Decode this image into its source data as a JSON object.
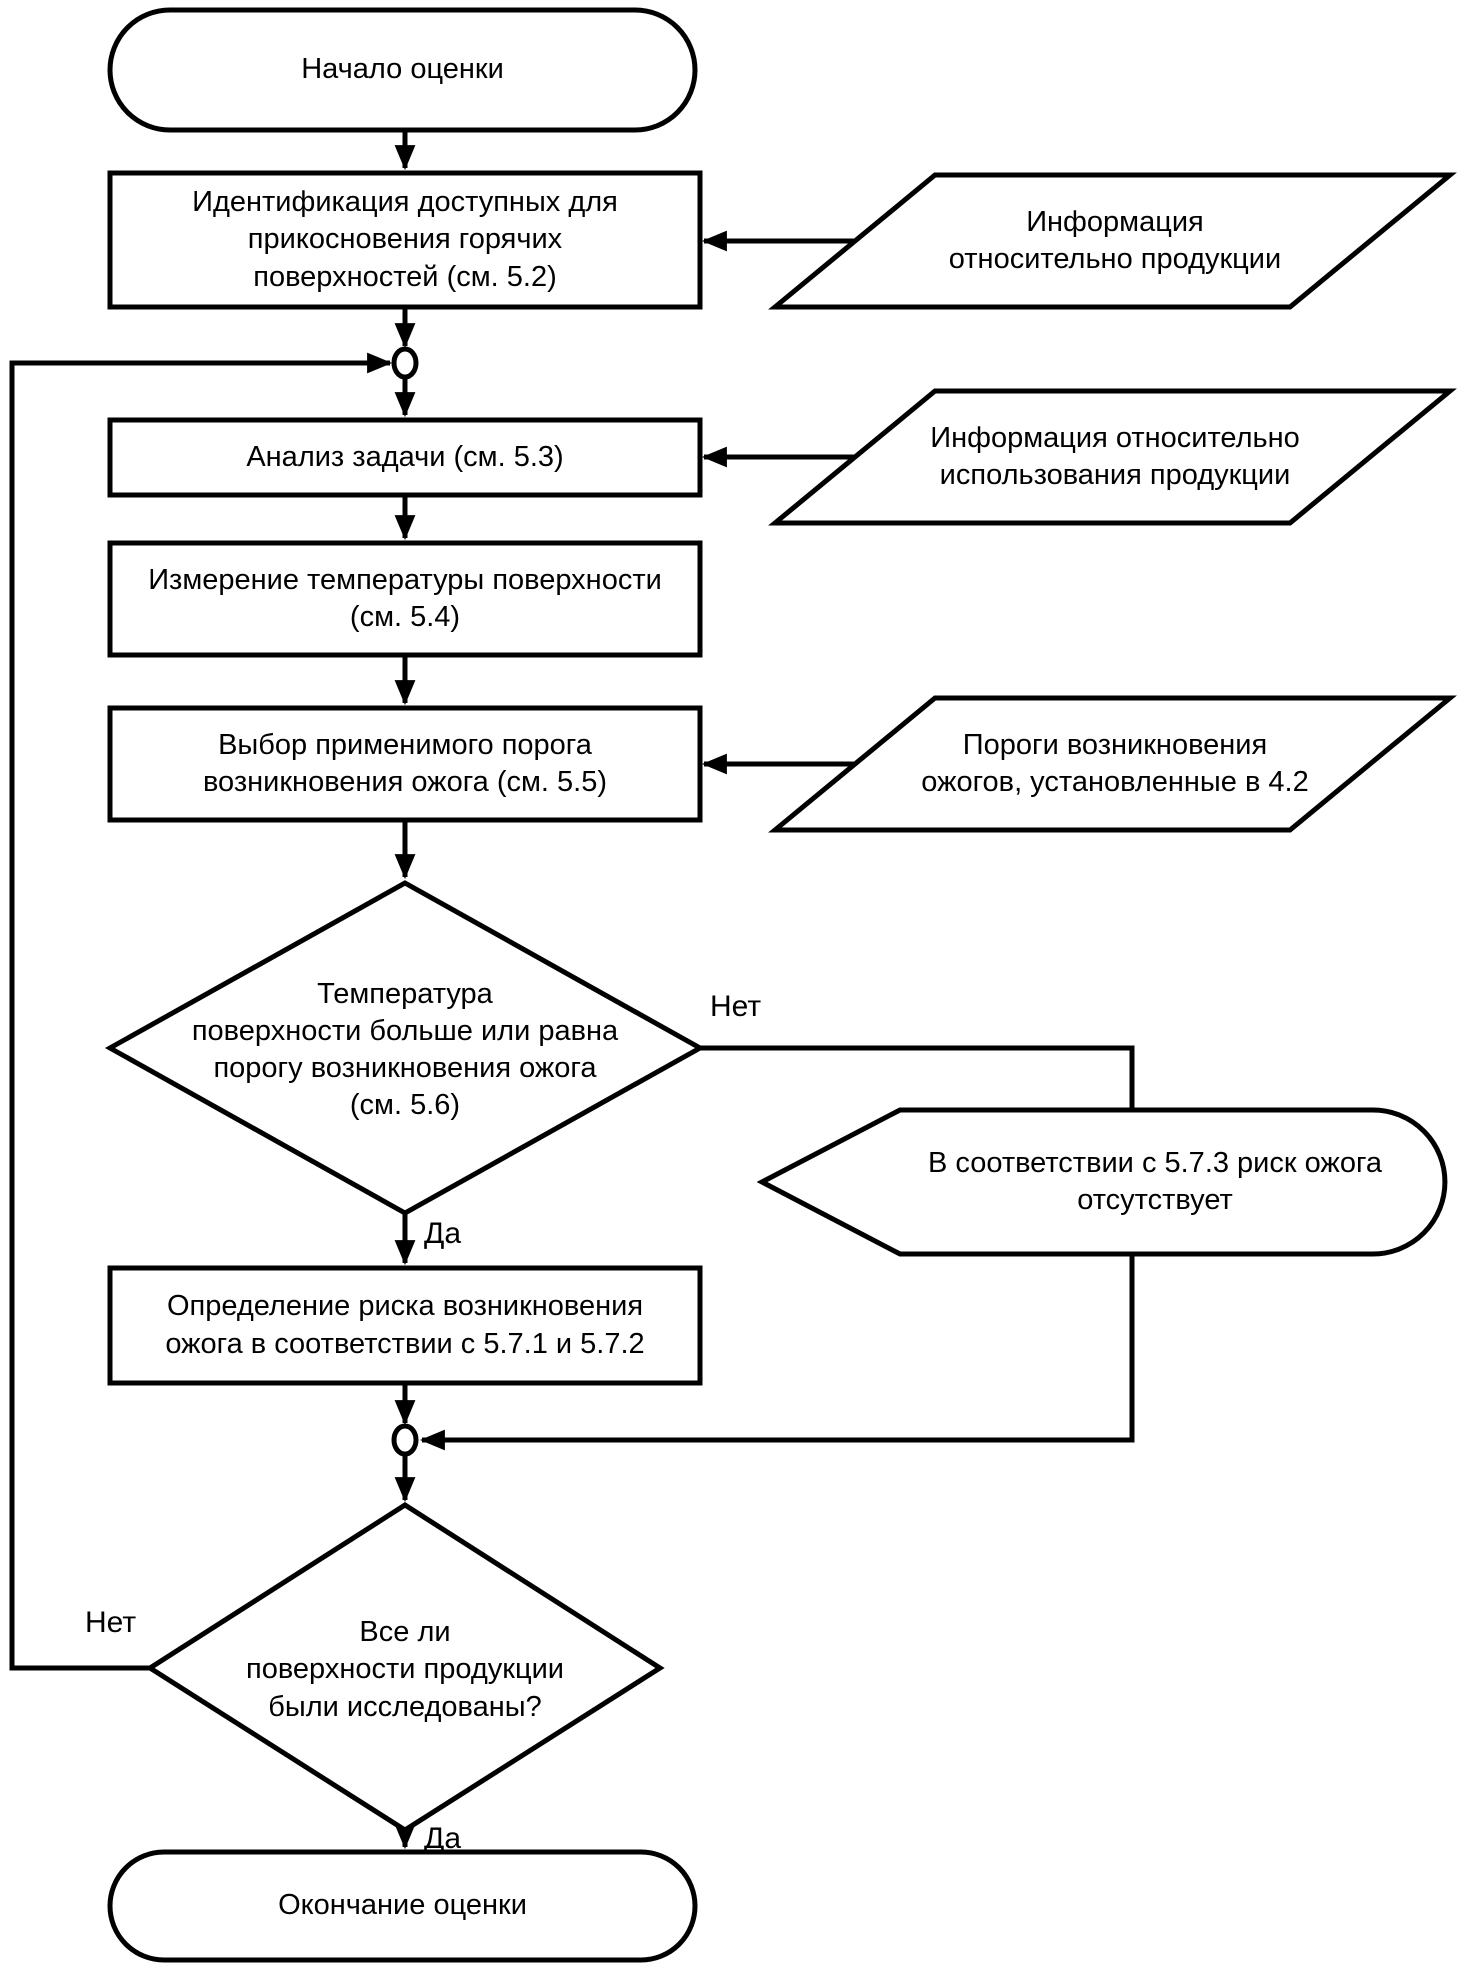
{
  "page": {
    "background_color": "#ffffff",
    "ink_color": "#000000",
    "language": "ru",
    "diagram_type": "flowchart"
  },
  "nodes": {
    "start": {
      "type": "terminator",
      "label": "Начало оценки"
    },
    "identify_surfaces": {
      "type": "process",
      "label": "Идентификация доступных для\nприкосновения горячих\nповерхностей (см. 5.2)"
    },
    "product_information": {
      "type": "data-input",
      "label": "Информация\nотносительно продукции"
    },
    "task_analysis": {
      "type": "process",
      "label": "Анализ задачи (см. 5.3)"
    },
    "usage_information": {
      "type": "data-input",
      "label": "Информация относительно\nиспользования продукции"
    },
    "measure_temperature": {
      "type": "process",
      "label": "Измерение температуры поверхности\n(см. 5.4)"
    },
    "select_threshold": {
      "type": "process",
      "label": "Выбор применимого порога\nвозникновения ожога (см. 5.5)"
    },
    "burn_thresholds": {
      "type": "data-input",
      "label": "Пороги возникновения\nожогов, установленные в 4.2"
    },
    "temperature_decision": {
      "type": "decision",
      "label": "Температура\nповерхности больше или равна\nпорогу возникновения ожога\n(см. 5.6)"
    },
    "no_burn_risk_note": {
      "type": "annotation",
      "label": "В соответствии с 5.7.3 риск ожога\nотсутствует"
    },
    "determine_burn_risk": {
      "type": "process",
      "label": "Определение риска возникновения\nожога в соответствии с 5.7.1 и 5.7.2"
    },
    "all_surfaces_decision": {
      "type": "decision",
      "label": "Все ли\nповерхности продукции\nбыли исследованы?"
    },
    "end": {
      "type": "terminator",
      "label": "Окончание оценки"
    }
  },
  "edge_labels": {
    "temperature_no": "Нет",
    "temperature_yes": "Да",
    "surfaces_no": "Нет",
    "surfaces_yes": "Да"
  }
}
